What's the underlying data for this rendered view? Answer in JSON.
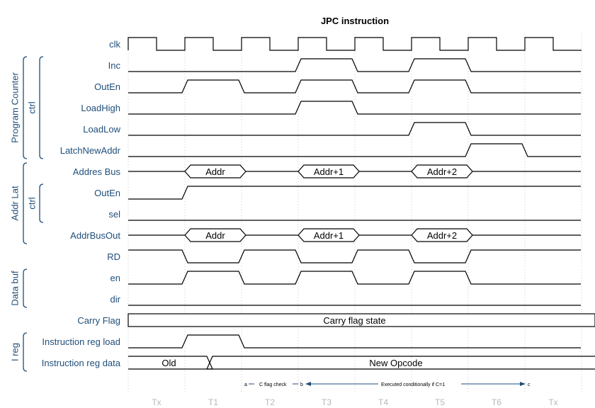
{
  "title": "JPC instruction",
  "colors": {
    "label": "#1f4e79",
    "wave": "#000000",
    "grid": "#c8c8c8",
    "phase": "#b8b8b8",
    "arrow": "#1f4e79"
  },
  "phases": [
    "Tx",
    "T1",
    "T2",
    "T3",
    "T4",
    "T5",
    "T6",
    "Tx"
  ],
  "groups": [
    {
      "label": "Program Counter"
    },
    {
      "label": "ctrl"
    },
    {
      "label": "Addr Lat"
    },
    {
      "label": "ctrl"
    },
    {
      "label": "Data buf"
    },
    {
      "label": "I reg"
    }
  ],
  "signals": [
    {
      "label": "clk",
      "type": "clock"
    },
    {
      "label": "Inc",
      "type": "digital",
      "levels": [
        0,
        0,
        0,
        1,
        0,
        1,
        0,
        0
      ]
    },
    {
      "label": "OutEn",
      "type": "digital",
      "levels": [
        0,
        1,
        0,
        1,
        0,
        1,
        0,
        0
      ]
    },
    {
      "label": "LoadHigh",
      "type": "digital",
      "levels": [
        0,
        0,
        0,
        1,
        0,
        0,
        0,
        0
      ]
    },
    {
      "label": "LoadLow",
      "type": "digital",
      "levels": [
        0,
        0,
        0,
        0,
        0,
        1,
        0,
        0
      ]
    },
    {
      "label": "LatchNewAddr",
      "type": "digital",
      "levels": [
        0,
        0,
        0,
        0,
        0,
        0,
        1,
        0
      ]
    },
    {
      "label": "Addres Bus",
      "type": "bus",
      "segments": [
        "",
        "Addr",
        "",
        "Addr+1",
        "",
        "Addr+2",
        "",
        ""
      ]
    },
    {
      "label": "OutEn",
      "type": "digital",
      "levels": [
        0,
        1,
        1,
        1,
        1,
        1,
        1,
        1
      ]
    },
    {
      "label": "sel",
      "type": "digital",
      "levels": [
        0,
        0,
        0,
        0,
        0,
        0,
        0,
        0
      ]
    },
    {
      "label": "AddrBusOut",
      "type": "bus",
      "segments": [
        "",
        "Addr",
        "",
        "Addr+1",
        "",
        "Addr+2",
        "",
        ""
      ]
    },
    {
      "label": "RD",
      "type": "digital",
      "levels": [
        1,
        0,
        1,
        0,
        1,
        0,
        1,
        1
      ]
    },
    {
      "label": "en",
      "type": "digital",
      "levels": [
        0,
        1,
        0,
        1,
        0,
        1,
        0,
        0
      ]
    },
    {
      "label": "dir",
      "type": "digital",
      "levels": [
        0,
        0,
        0,
        0,
        0,
        0,
        0,
        0
      ]
    },
    {
      "label": "Carry Flag",
      "type": "data",
      "text": "Carry flag state"
    },
    {
      "label": "Instruction reg load",
      "type": "digital",
      "levels": [
        0,
        1,
        0,
        0,
        0,
        0,
        0,
        0
      ]
    },
    {
      "label": "Instruction reg data",
      "type": "split",
      "left": "Old",
      "right": "New Opcode"
    }
  ],
  "annotations": {
    "a": "a",
    "c_flag_check": "C flag check",
    "b": "b",
    "conditional": "Executed conditionally if C=1",
    "c": "c"
  }
}
